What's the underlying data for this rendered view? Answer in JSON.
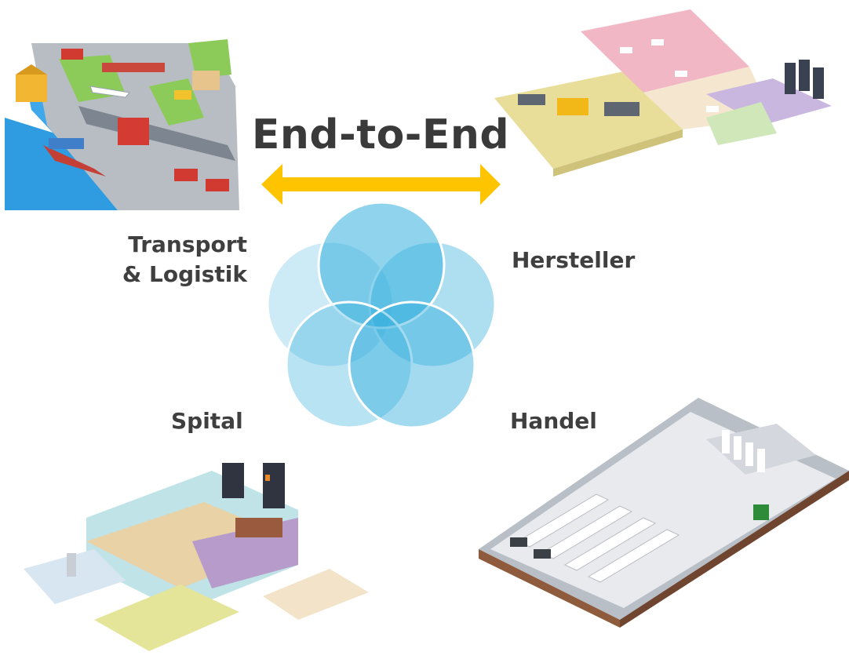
{
  "title": "End-to-End",
  "labels": {
    "transport_line1": "Transport",
    "transport_line2": "& Logistik",
    "hersteller": "Hersteller",
    "spital": "Spital",
    "handel": "Handel"
  },
  "colors": {
    "arrow": "#FFC400",
    "circle_fill": "#33AEDD",
    "circle_stroke": "#ffffff",
    "water": "#2F9BE0",
    "grass": "#8CCB5A"
  },
  "icons": {
    "top_left": "logistics-scene-icon",
    "top_right": "factory-scene-icon",
    "bottom_left": "hospital-scene-icon",
    "bottom_right": "retail-store-scene-icon"
  }
}
